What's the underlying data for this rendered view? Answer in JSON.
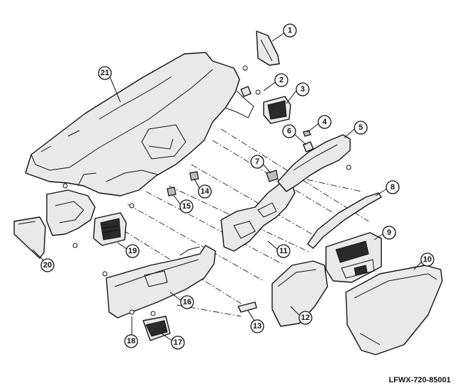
{
  "callouts": [
    {
      "number": "1"
    },
    {
      "number": "2"
    },
    {
      "number": "3"
    },
    {
      "number": "4"
    },
    {
      "number": "5"
    },
    {
      "number": "6"
    },
    {
      "number": "7"
    },
    {
      "number": "8"
    },
    {
      "number": "9"
    },
    {
      "number": "10"
    },
    {
      "number": "11"
    },
    {
      "number": "12"
    },
    {
      "number": "13"
    },
    {
      "number": "14"
    },
    {
      "number": "15"
    },
    {
      "number": "16"
    },
    {
      "number": "17"
    },
    {
      "number": "18"
    },
    {
      "number": "19"
    },
    {
      "number": "20"
    },
    {
      "number": "21"
    }
  ],
  "diagram_code": "LFWX-720-85001"
}
